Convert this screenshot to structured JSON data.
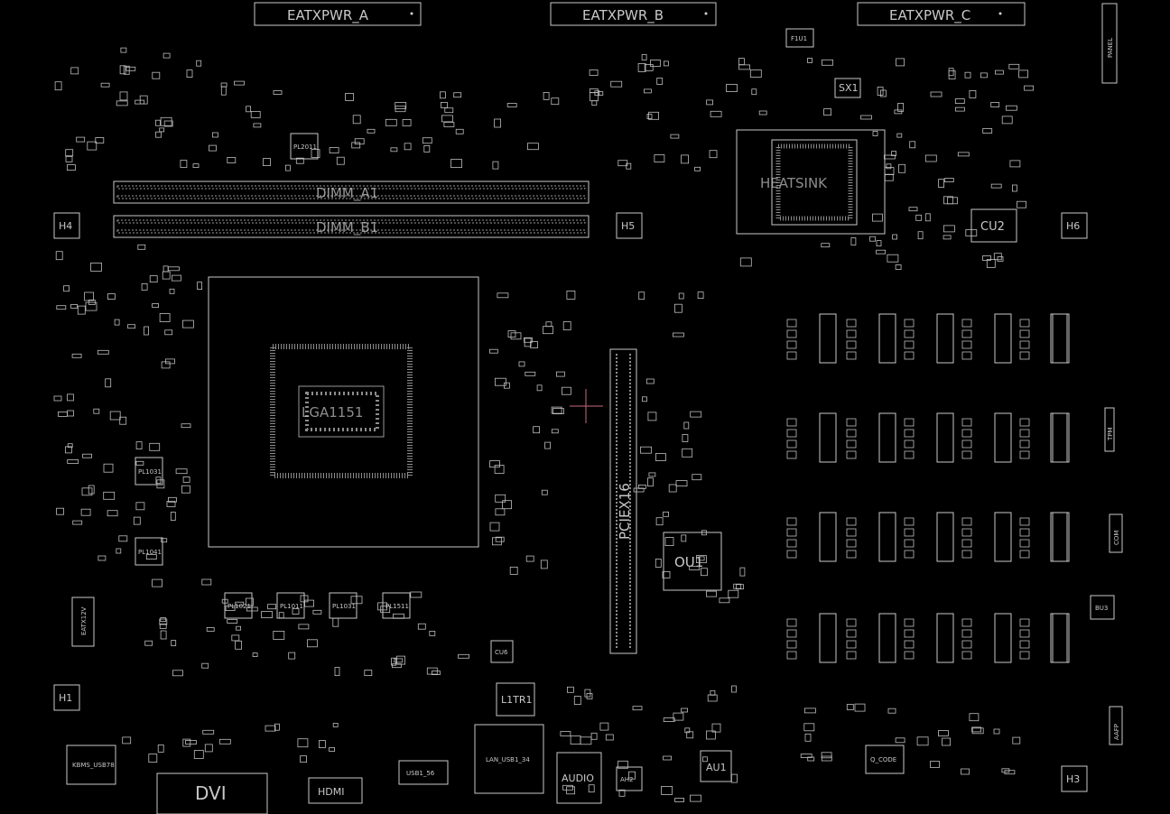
{
  "board": {
    "connectors": {
      "eatxpwr_a": "EATXPWR_A",
      "eatxpwr_b": "EATXPWR_B",
      "eatxpwr_c": "EATXPWR_C",
      "eatx12v": "EATX12V",
      "panel": "PANEL",
      "dvi": "DVI",
      "hdmi": "HDMI",
      "audio": "AUDIO",
      "lan_usb": "LAN_USB1_34",
      "usb56": "USB1_56",
      "kbms_usb": "KBMS_USB78",
      "aafp": "AAFP",
      "com": "COM",
      "tpm": "TPM"
    },
    "slots": {
      "dimm_a1": "DIMM_A1",
      "dimm_b1": "DIMM_B1",
      "pciex16": "PCIEX16"
    },
    "chips": {
      "cpu": "LGA1151",
      "heatsink": "HEATSINK",
      "ou1": "OU1",
      "cu2": "CU2",
      "au1": "AU1",
      "bu3": "BU3",
      "l1tr1": "L1TR1",
      "sx1": "SX1",
      "f1u1": "F1U1",
      "q_code": "Q_CODE",
      "ah2": "AH2",
      "cu6": "CU6"
    },
    "mount_holes": [
      "H1",
      "H3",
      "H4",
      "H5",
      "H6"
    ],
    "inductors": [
      "PL1031",
      "PL1041",
      "PL1021",
      "PL1011",
      "PL1031",
      "PL1511",
      "PL2011"
    ]
  }
}
